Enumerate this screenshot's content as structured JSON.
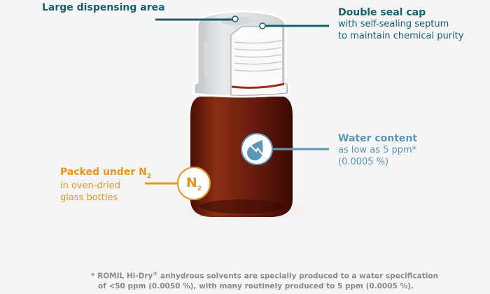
{
  "labels": {
    "dispensing": {
      "title": "Large dispensing area"
    },
    "seal": {
      "title": "Double seal cap",
      "line1": "with self-sealing septum",
      "line2": "to maintain chemical purity"
    },
    "water": {
      "title": "Water content",
      "line1": "as low as 5 ppm*",
      "line2": "(0.0005 %)",
      "icon": "water-drop-decrease-icon"
    },
    "nitrogen": {
      "title_main": "Packed under N",
      "title_sub": "2",
      "line1": "in oven-dried",
      "line2": "glass bottles",
      "badge_main": "N",
      "badge_sub": "2"
    }
  },
  "footnote": {
    "line1_a": "* ROMIL Hi-Dry",
    "line1_reg": "®",
    "line1_b": " anhydrous solvents are specially produced to a water specification",
    "line2": "of <50 ppm (0.0050 %), with many routinely produced to 5 ppm (0.0005 %)."
  },
  "colors": {
    "teal": "#17606c",
    "blue": "#5b97b8",
    "orange": "#e8951f",
    "amber_glass": "#6a1c0e",
    "background": "#f5f5f5"
  }
}
